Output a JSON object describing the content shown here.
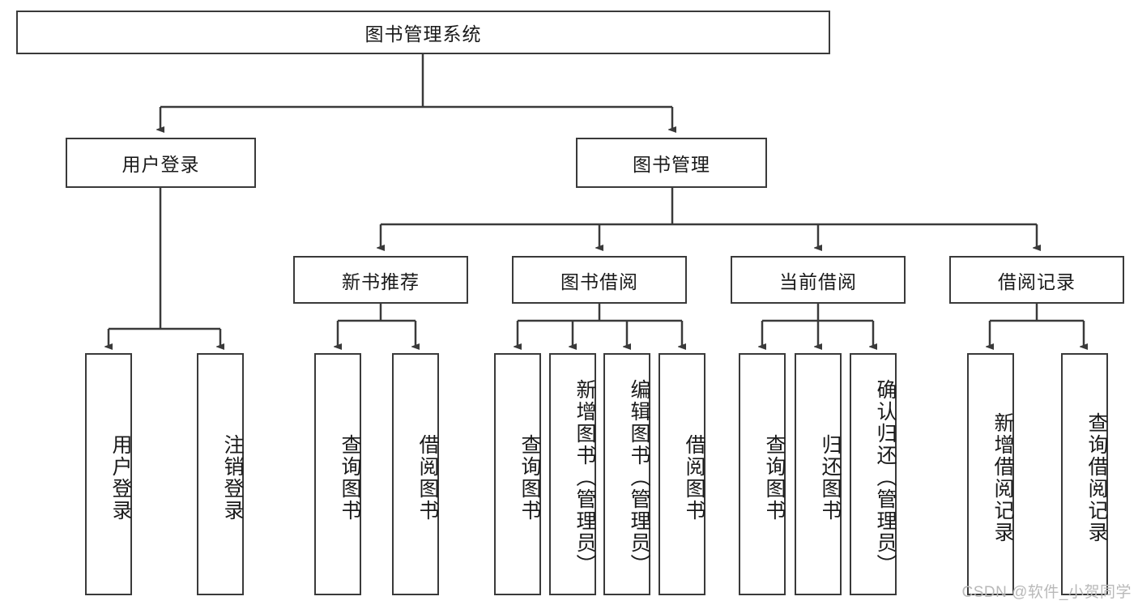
{
  "diagram": {
    "type": "tree-hierarchy",
    "title": "图书管理系统",
    "watermark": "CSDN @软件_小贺同学",
    "colors": {
      "box_border": "#3a3a3a",
      "box_fill": "#ffffff",
      "edge": "#3a3a3a",
      "text": "#1a1a1a",
      "watermark": "#b9b9b9"
    },
    "levels": {
      "root": {
        "label": "图书管理系统"
      },
      "level2": [
        {
          "label": "用户登录"
        },
        {
          "label": "图书管理"
        }
      ],
      "level3": [
        {
          "label": "新书推荐"
        },
        {
          "label": "图书借阅"
        },
        {
          "label": "当前借阅"
        },
        {
          "label": "借阅记录"
        }
      ],
      "leaves": [
        {
          "label": "用户登录",
          "parent": "用户登录"
        },
        {
          "label": "注销登录",
          "parent": "用户登录"
        },
        {
          "label": "查询图书",
          "parent": "新书推荐"
        },
        {
          "label": "借阅图书",
          "parent": "新书推荐"
        },
        {
          "label": "查询图书",
          "parent": "图书借阅"
        },
        {
          "label": "新增图书（管理员）",
          "parent": "图书借阅"
        },
        {
          "label": "编辑图书（管理员）",
          "parent": "图书借阅"
        },
        {
          "label": "借阅图书",
          "parent": "图书借阅"
        },
        {
          "label": "查询图书",
          "parent": "当前借阅"
        },
        {
          "label": "归还图书",
          "parent": "当前借阅"
        },
        {
          "label": "确认归还（管理员）",
          "parent": "当前借阅"
        },
        {
          "label": "新增借阅记录",
          "parent": "借阅记录"
        },
        {
          "label": "查询借阅记录",
          "parent": "借阅记录"
        }
      ]
    }
  }
}
